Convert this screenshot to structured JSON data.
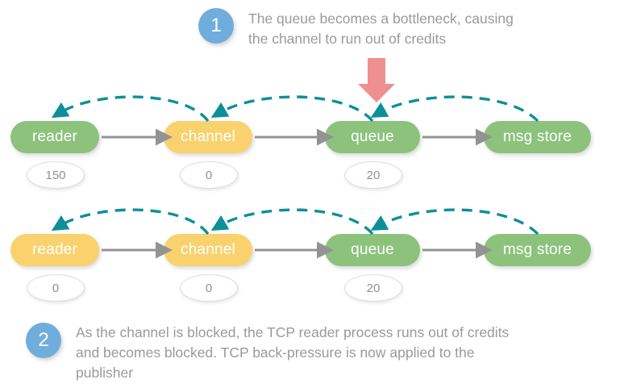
{
  "colors": {
    "background": "#ffffff",
    "node_green": "#8CC27C",
    "node_yellow": "#F9D26E",
    "badge_blue": "#6FAEDC",
    "credit_arrow_teal": "#0D8F99",
    "flow_arrow_gray": "#939393",
    "bottleneck_arrow_red": "#EE9090",
    "caption_text": "#9a9a9a"
  },
  "steps": [
    {
      "number": "1",
      "text": "The queue becomes a bottleneck, causing\nthe channel to run out of credits"
    },
    {
      "number": "2",
      "text": "As the channel is blocked, the TCP reader process runs out of credits\nand becomes blocked. TCP back-pressure is now applied to the\npublisher"
    }
  ],
  "rows": [
    {
      "id": "row-1",
      "nodes": [
        {
          "label": "reader",
          "state": "green",
          "credits": "150"
        },
        {
          "label": "channel",
          "state": "yellow",
          "credits": "0"
        },
        {
          "label": "queue",
          "state": "green",
          "credits": "20"
        },
        {
          "label": "msg store",
          "state": "green",
          "credits": null
        }
      ]
    },
    {
      "id": "row-2",
      "nodes": [
        {
          "label": "reader",
          "state": "yellow",
          "credits": "0"
        },
        {
          "label": "channel",
          "state": "yellow",
          "credits": "0"
        },
        {
          "label": "queue",
          "state": "green",
          "credits": "20"
        },
        {
          "label": "msg store",
          "state": "green",
          "credits": null
        }
      ]
    }
  ],
  "annotations": {
    "bottleneck_pointer": "down-arrow-red",
    "flow_direction": "left-to-right",
    "credit_direction": "right-to-left"
  }
}
